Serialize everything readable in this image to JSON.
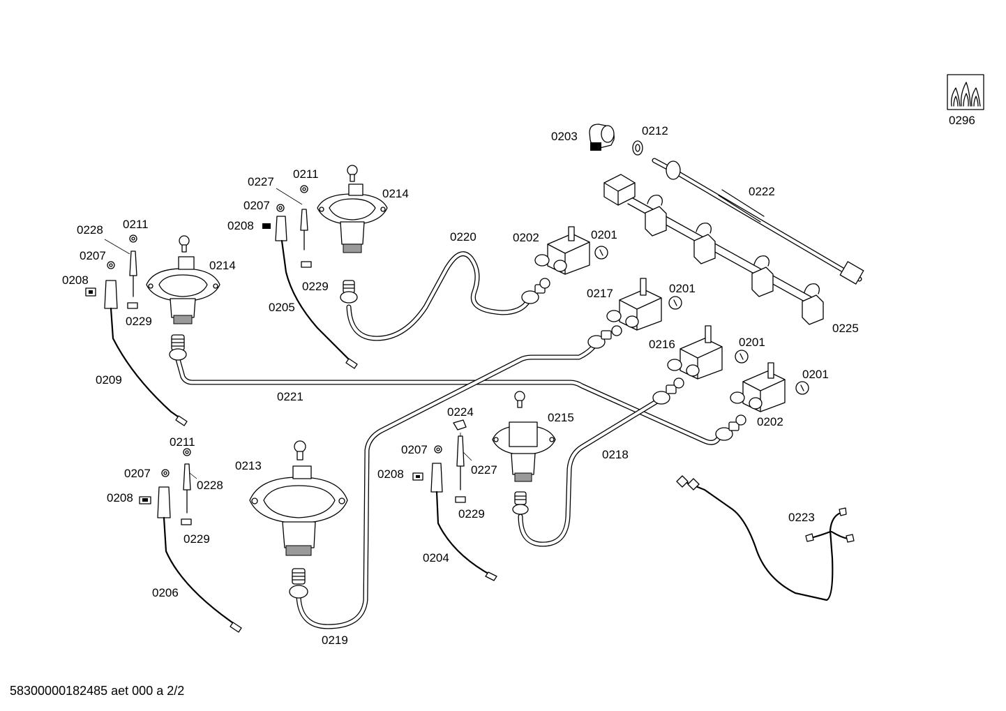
{
  "footer": {
    "document_code": "58300000182485 aet 000 a 2/2"
  },
  "logo": {
    "name": "gas-flame-symbol",
    "label": "0296"
  },
  "part_labels": {
    "p0203": "0203",
    "p0212": "0212",
    "p0222": "0222",
    "p0225": "0225",
    "p0202a": "0202",
    "p0201a": "0201",
    "p0217": "0217",
    "p0201b": "0201",
    "p0216": "0216",
    "p0201c": "0201",
    "p0201d": "0201",
    "p0202b": "0202",
    "p0220": "0220",
    "p0227a": "0227",
    "p0211a": "0211",
    "p0207a": "0207",
    "p0208a": "0208",
    "p0229a": "0229",
    "p0214a": "0214",
    "p0205": "0205",
    "p0228a": "0228",
    "p0211b": "0211",
    "p0207b": "0207",
    "p0208b": "0208",
    "p0229b": "0229",
    "p0214b": "0214",
    "p0209": "0209",
    "p0221": "0221",
    "p0224": "0224",
    "p0215": "0215",
    "p0218": "0218",
    "p0207c": "0207",
    "p0208c": "0208",
    "p0227b": "0227",
    "p0229c": "0229",
    "p0204": "0204",
    "p0211c": "0211",
    "p0207d": "0207",
    "p0228b": "0228",
    "p0208d": "0208",
    "p0229d": "0229",
    "p0206": "0206",
    "p0213": "0213",
    "p0219": "0219",
    "p0223": "0223"
  }
}
